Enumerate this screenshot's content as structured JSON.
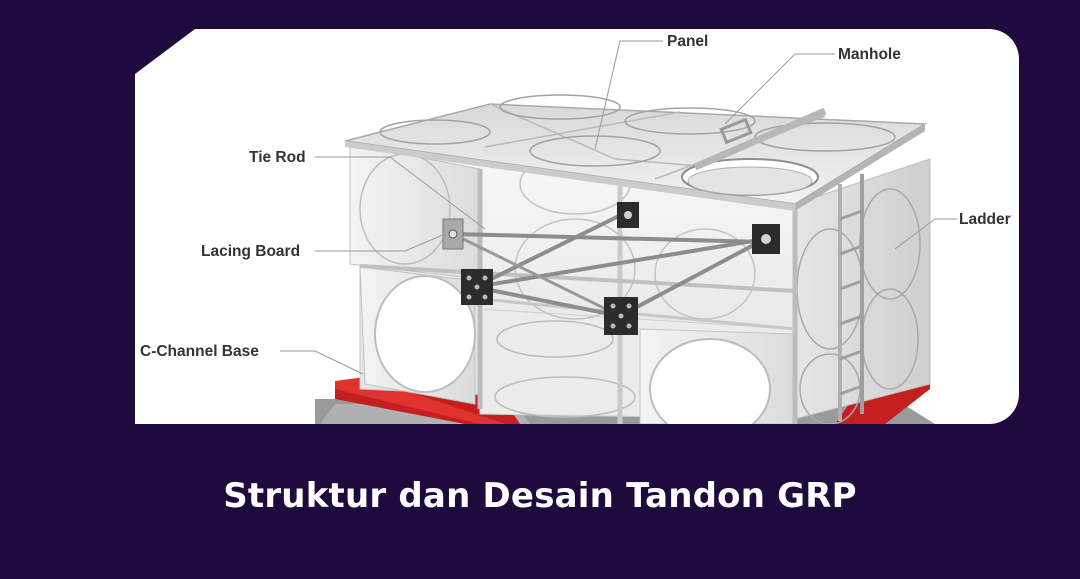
{
  "diagram": {
    "labels": {
      "panel": "Panel",
      "manhole": "Manhole",
      "tie_rod": "Tie Rod",
      "lacing_board": "Lacing Board",
      "ladder": "Ladder",
      "c_channel_base": "C-Channel Base"
    },
    "colors": {
      "background": "#1e0a3c",
      "card": "#ffffff",
      "panel": "#e9e9e9",
      "base": "#c41f1f",
      "bracket": "#2b2b2b"
    }
  },
  "caption": "Struktur dan Desain Tandon GRP"
}
